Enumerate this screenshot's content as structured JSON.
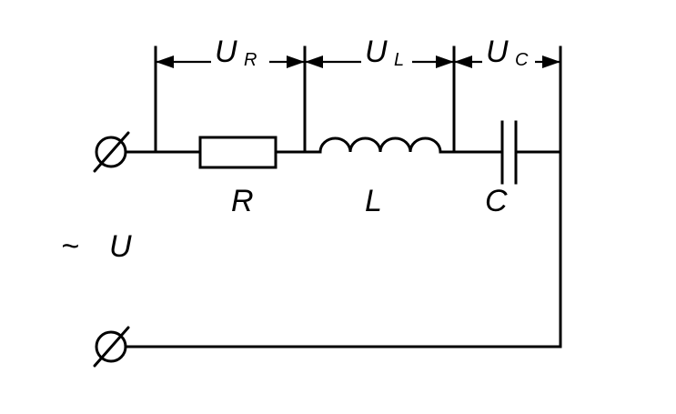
{
  "diagram": {
    "voltages": {
      "resistor": {
        "main": "U",
        "sub": "R"
      },
      "inductor": {
        "main": "U",
        "sub": "L"
      },
      "capacitor": {
        "main": "U",
        "sub": "C"
      }
    },
    "components": {
      "resistor": "R",
      "inductor": "L",
      "capacitor": "C"
    },
    "source": {
      "symbol": "~",
      "label": "U"
    }
  }
}
